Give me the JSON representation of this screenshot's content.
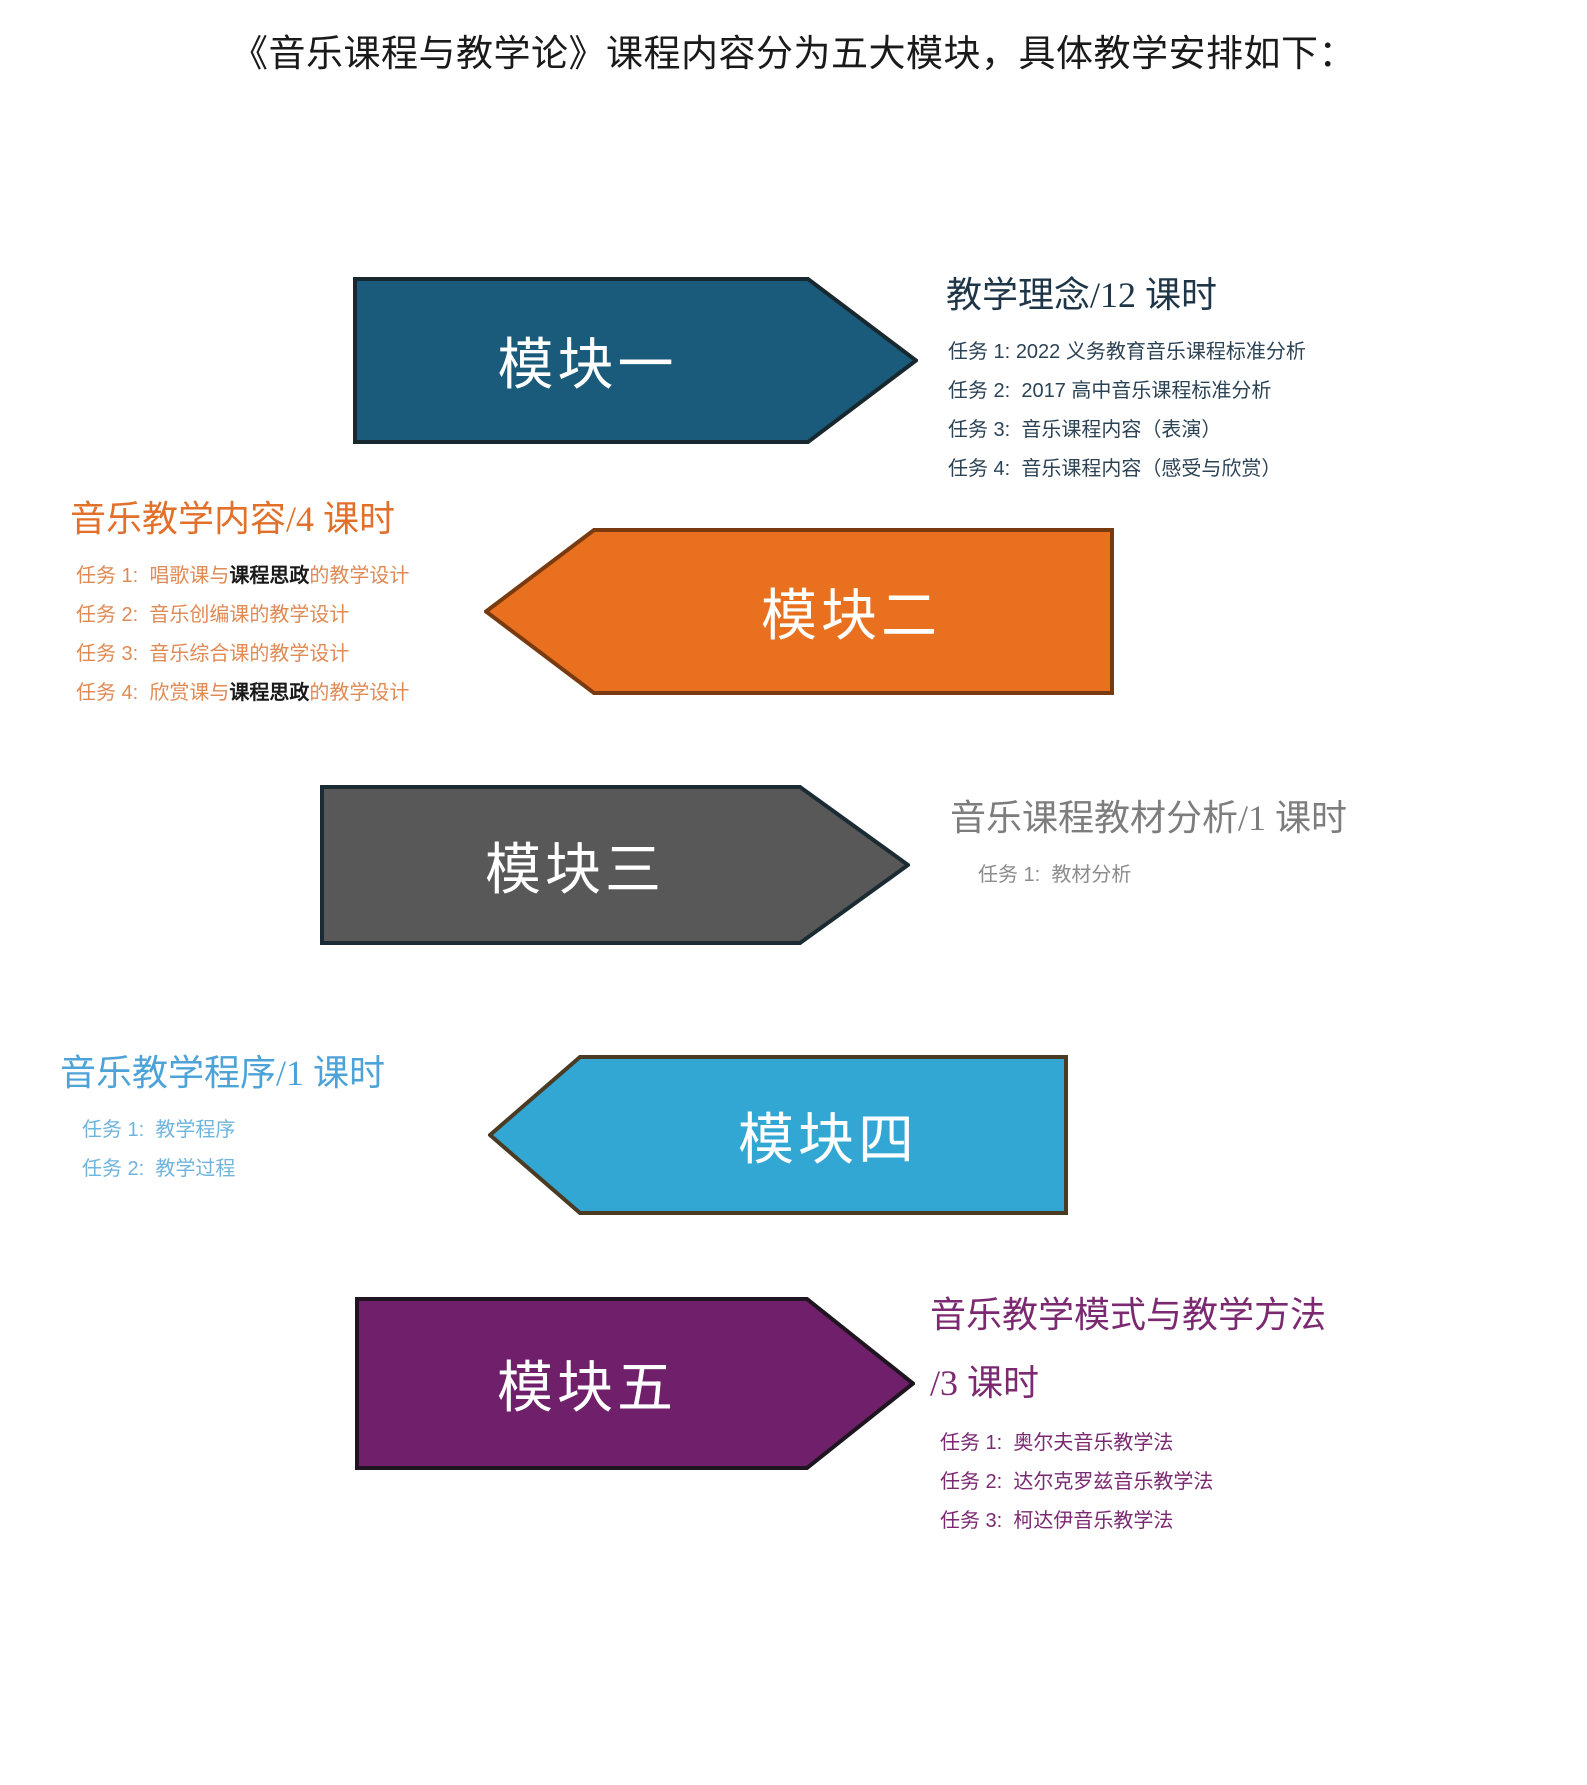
{
  "page": {
    "title": "《音乐课程与教学论》课程内容分为五大模块，具体教学安排如下："
  },
  "modules": [
    {
      "id": "m1",
      "shape_label": "模块一",
      "direction": "right",
      "fill_color": "#1a5a7a",
      "outline_color": "#18282f",
      "text_color": "#1f3648",
      "heading": "教学理念/12 课时",
      "tasks": [
        {
          "num": "任务 1:",
          "text": "2022 义务教育音乐课程标准分析"
        },
        {
          "num": "任务 2:",
          "text": "2017 高中音乐课程标准分析"
        },
        {
          "num": "任务 3:",
          "text": "音乐课程内容（表演）"
        },
        {
          "num": "任务 4:",
          "text": "音乐课程内容（感受与欣赏）"
        }
      ]
    },
    {
      "id": "m2",
      "shape_label": "模块二",
      "direction": "left",
      "fill_color": "#e8701e",
      "outline_color": "#7a3a10",
      "text_color": "#e2702a",
      "heading": "音乐教学内容/4 课时",
      "tasks": [
        {
          "num": "任务 1:",
          "text": "唱歌课与",
          "bold": "课程思政",
          "text2": "的教学设计"
        },
        {
          "num": "任务 2:",
          "text": "音乐创编课的教学设计"
        },
        {
          "num": "任务 3:",
          "text": "音乐综合课的教学设计"
        },
        {
          "num": "任务 4:",
          "text": "欣赏课与",
          "bold": "课程思政",
          "text2": "的教学设计"
        }
      ]
    },
    {
      "id": "m3",
      "shape_label": "模块三",
      "direction": "right",
      "fill_color": "#585858",
      "outline_color": "#1b2b33",
      "text_color": "#7d7d7d",
      "heading": "音乐课程教材分析/1 课时",
      "tasks": [
        {
          "num": "任务 1:",
          "text": "教材分析"
        }
      ]
    },
    {
      "id": "m4",
      "shape_label": "模块四",
      "direction": "left",
      "fill_color": "#33a7d4",
      "outline_color": "#4a3b22",
      "text_color": "#4da3d8",
      "heading": "音乐教学程序/1 课时",
      "tasks": [
        {
          "num": "任务 1:",
          "text": "教学程序"
        },
        {
          "num": "任务 2:",
          "text": "教学过程"
        }
      ]
    },
    {
      "id": "m5",
      "shape_label": "模块五",
      "direction": "right",
      "fill_color": "#70206b",
      "outline_color": "#1f1520",
      "text_color": "#7b2a72",
      "heading_line1": "音乐教学模式与教学方法",
      "heading_line2": "/3 课时",
      "tasks": [
        {
          "num": "任务 1:",
          "text": "奥尔夫音乐教学法"
        },
        {
          "num": "任务 2:",
          "text": "达尔克罗兹音乐教学法"
        },
        {
          "num": "任务 3:",
          "text": "柯达伊音乐教学法"
        }
      ]
    }
  ]
}
